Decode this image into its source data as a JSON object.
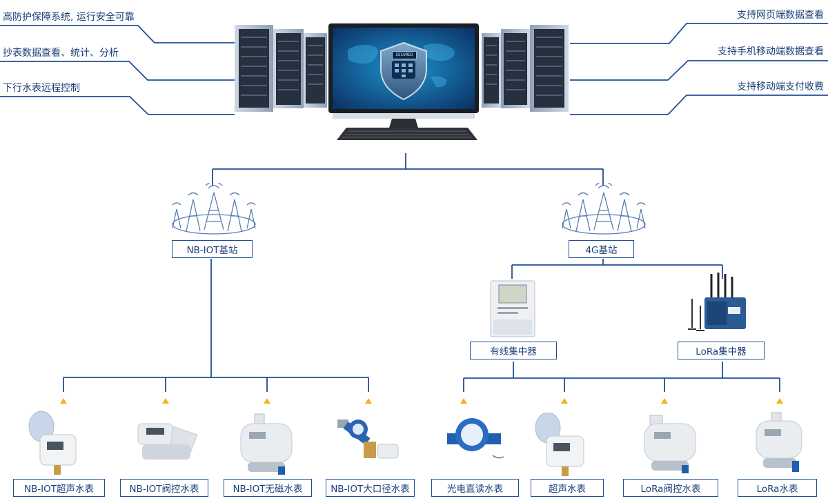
{
  "colors": {
    "line": "#1f4f96",
    "label": "#1b3e78",
    "marker": "#f2b31b"
  },
  "features_left": [
    "高防护保障系统, 运行安全可靠",
    "抄表数据查看、统计、分析",
    "下行水表远程控制"
  ],
  "features_right": [
    "支持网页端数据查看",
    "支持手机移动端数据查看",
    "支持移动端支付收费"
  ],
  "monitor_badge": "SECURED",
  "stations": {
    "nbiot": "NB-IOT基站",
    "fourg": "4G基站"
  },
  "concentrators": {
    "wired": "有线集中器",
    "lora": "LoRa集中器"
  },
  "meters": [
    "NB-IOT超声水表",
    "NB-IOT阀控水表",
    "NB-IOT无磁水表",
    "NB-IOT大口径水表",
    "光电直读水表",
    "超声水表",
    "LoRa阀控水表",
    "LoRa水表"
  ],
  "icons": [
    "server-rack-icon",
    "monitor-icon",
    "keyboard-icon",
    "shield-lock-icon",
    "radio-tower-icon",
    "wired-concentrator-icon",
    "lora-gateway-icon",
    "water-meter-icon"
  ]
}
